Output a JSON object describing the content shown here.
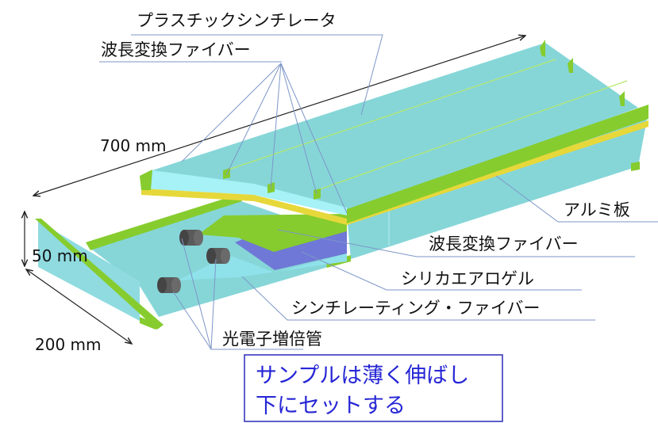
{
  "labels": {
    "plastic_scintillator": "プラスチックシンチレータ",
    "wls_fiber_top": "波長変換ファイバー",
    "aluminum_plate": "アルミ板",
    "wls_fiber_mid": "波長変換ファイバー",
    "silica_aerogel": "シリカエアロゲル",
    "scintillating_fiber": "シンチレーティング・ファイバー",
    "pmt": "光電子増倍管"
  },
  "dimensions": {
    "length": "700 mm",
    "height": "50 mm",
    "width": "200 mm"
  },
  "note": {
    "line1": "サンプルは薄く伸ばし",
    "line2": "下にセットする"
  },
  "colors": {
    "scintillator": "#86d6d8",
    "green": "#86cc2e",
    "yellow": "#e6d83a",
    "aerogel": "#6f78d6",
    "pmt": "#5a5a5a",
    "note_text": "#2626d6",
    "note_border": "#2a2ab8"
  }
}
